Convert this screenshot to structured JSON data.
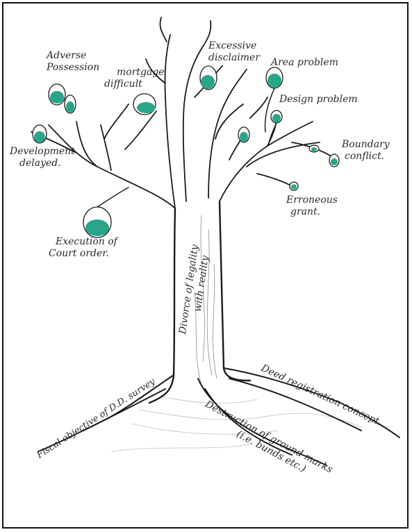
{
  "labels": {
    "adverse": [
      "Adverse",
      "Possession"
    ],
    "mortgage": [
      "mortgage",
      "difficult"
    ],
    "excessive": [
      "Excessive",
      "disclaimer"
    ],
    "area": "Area problem",
    "design": "Design problem",
    "boundary": [
      "Boundary",
      "conflict."
    ],
    "development": [
      "Development",
      "delayed."
    ],
    "erroneous": [
      "Erroneous",
      "grant."
    ],
    "execution": [
      "Execution of",
      "Court order."
    ],
    "trunk": [
      "Divorce of legality",
      "with reality"
    ],
    "fiscal": "Fiscal objective of D.D. survey",
    "deed": "Deed registration concept.",
    "destruction": [
      "Destruction of ground marks",
      "(i.e. bunds etc.)"
    ]
  },
  "colors": {
    "leaf": "#2aa58a",
    "ink": "#1a1a1a",
    "shade": "#9a9a9a"
  }
}
